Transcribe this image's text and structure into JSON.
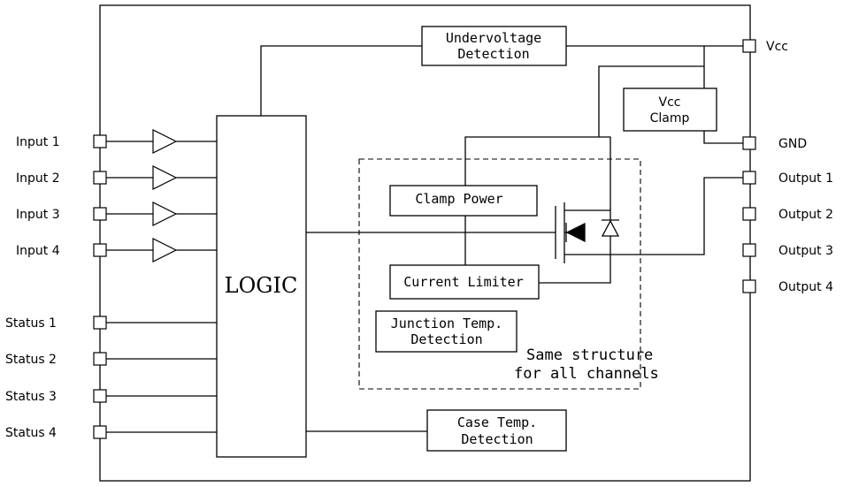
{
  "blocks": {
    "undervoltage": [
      "Undervoltage",
      "Detection"
    ],
    "vcc_clamp": [
      "Vcc",
      "Clamp"
    ],
    "logic": "LOGIC",
    "clamp_power": "Clamp Power",
    "current_limiter": "Current Limiter",
    "junction_temp": [
      "Junction Temp.",
      "Detection"
    ],
    "case_temp": [
      "Case Temp.",
      "Detection"
    ]
  },
  "note": [
    "Same structure",
    "for all channels"
  ],
  "pins_left": [
    "Input 1",
    "Input 2",
    "Input 3",
    "Input 4",
    "Status 1",
    "Status 2",
    "Status 3",
    "Status 4"
  ],
  "pins_right": [
    "Vcc",
    "GND",
    "Output 1",
    "Output 2",
    "Output 3",
    "Output 4"
  ]
}
